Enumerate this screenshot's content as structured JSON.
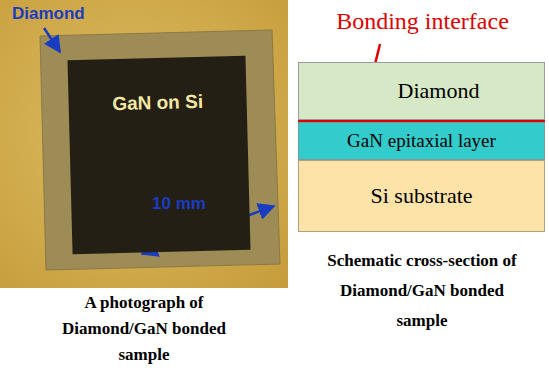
{
  "diagram": {
    "nodes": [
      {
        "text": [
          "GaN on Si"
        ]
      },
      {
        "text": [
          "Diamond"
        ]
      },
      {
        "text": [
          "GaN epitaxial layer"
        ]
      },
      {
        "text": [
          "Si substrate"
        ]
      }
    ],
    "labels": [
      "Diamond",
      "10 mm",
      "Bonding interface",
      "A photograph of Diamond/GaN bonded sample",
      "Schematic cross-section of Diamond/GaN bonded sample"
    ]
  }
}
